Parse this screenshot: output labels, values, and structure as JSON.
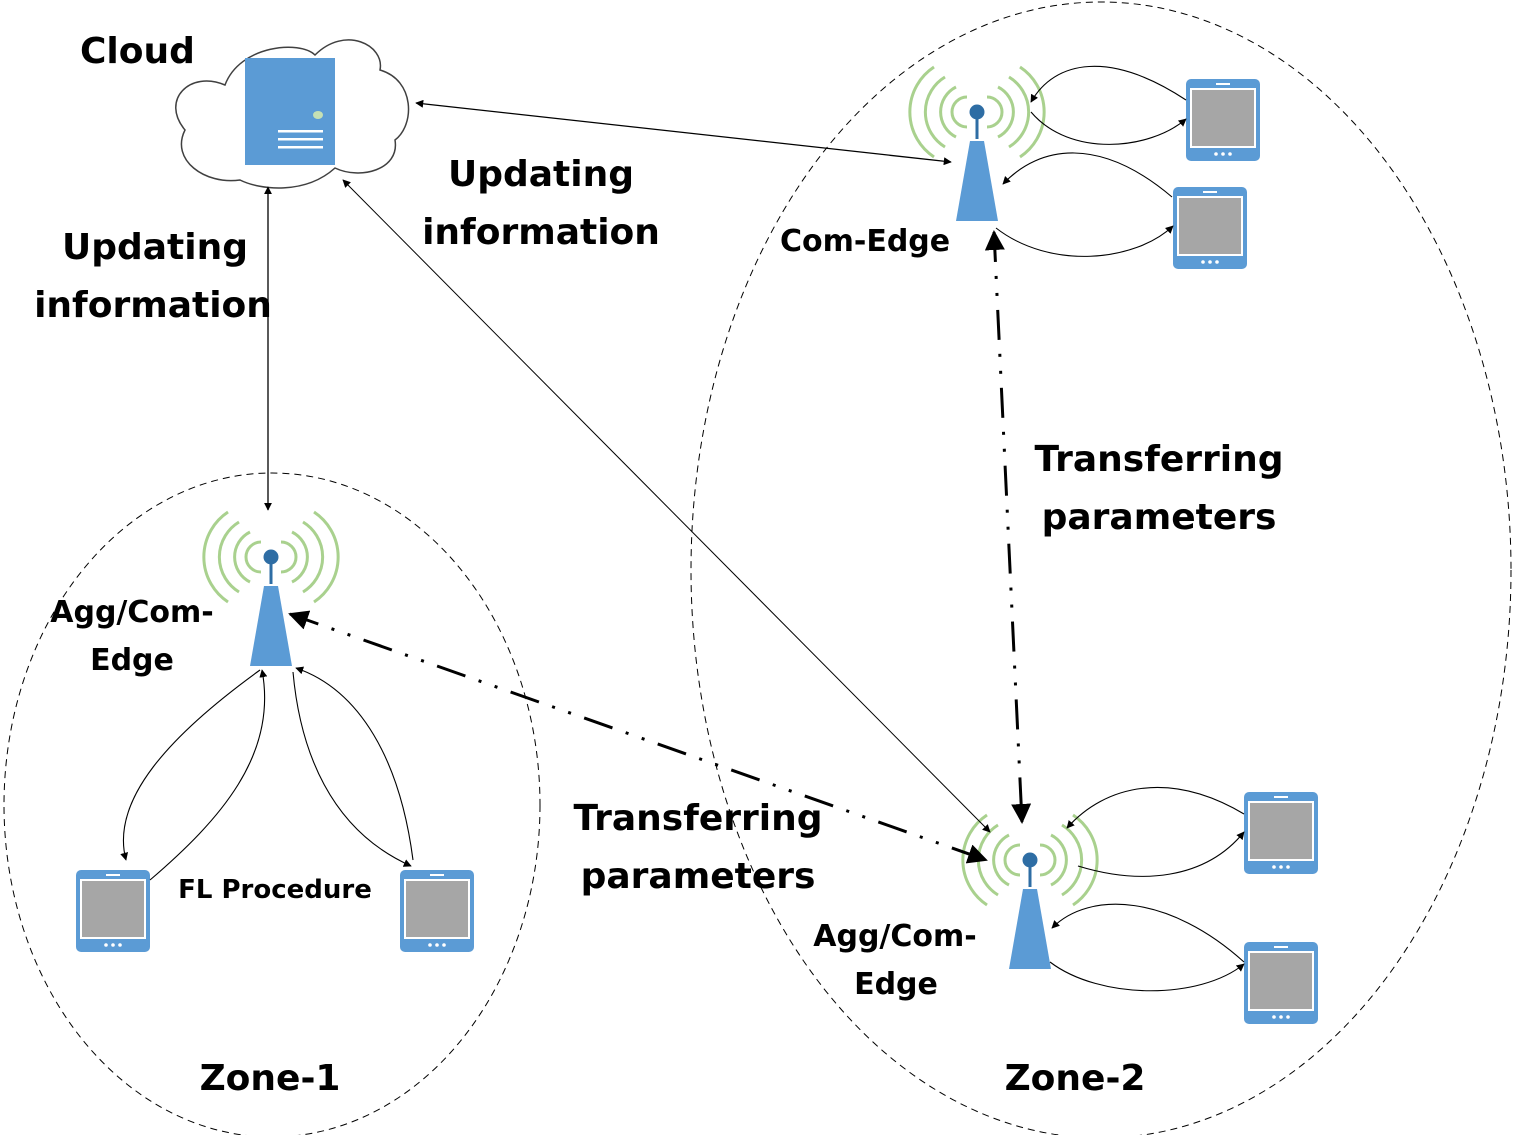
{
  "labels": {
    "cloud": "Cloud",
    "updating_left": [
      "Updating",
      "information"
    ],
    "updating_mid": [
      "Updating",
      "information"
    ],
    "com_edge": "Com-Edge",
    "transferring_right": [
      "Transferring",
      "parameters"
    ],
    "transferring_mid": [
      "Transferring",
      "parameters"
    ],
    "agg_edge_zone1": [
      "Agg/Com-",
      "Edge"
    ],
    "agg_edge_zone2": [
      "Agg/Com-",
      "Edge"
    ],
    "fl_procedure": "FL Procedure",
    "zone1": "Zone-1",
    "zone2": "Zone-2"
  },
  "colors": {
    "device_blue": "#5B9BD5",
    "screen_gray": "#A6A6A6",
    "signal_green": "#A9D18E",
    "antenna_tip": "#2E6DA4",
    "line": "#000000"
  }
}
